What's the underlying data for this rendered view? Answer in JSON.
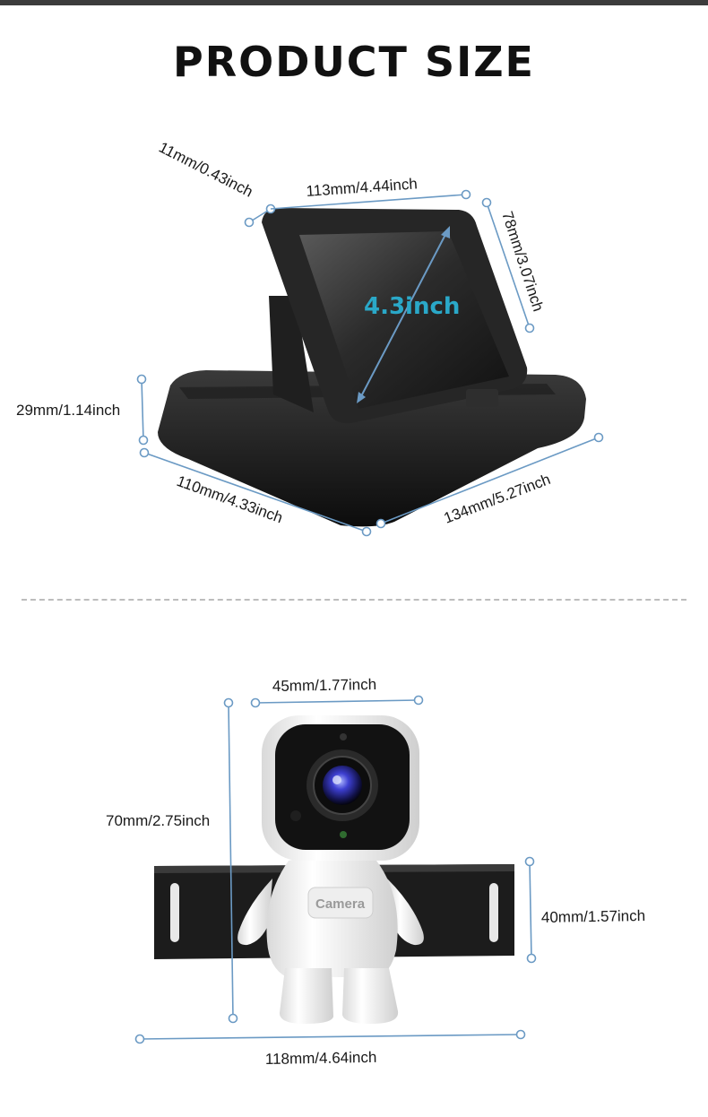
{
  "page": {
    "title": "PRODUCT SIZE"
  },
  "monitor": {
    "screen_size": "4.3inch",
    "dims": {
      "depth": "11mm/0.43inch",
      "screen_width": "113mm/4.44inch",
      "screen_height": "78mm/3.07inch",
      "base_height": "29mm/1.14inch",
      "base_depth": "110mm/4.33inch",
      "base_width": "134mm/5.27inch"
    }
  },
  "camera": {
    "label": "Camera",
    "dims": {
      "head_width": "45mm/1.77inch",
      "height": "70mm/2.75inch",
      "bracket_height": "40mm/1.57inch",
      "bracket_width": "118mm/4.64inch"
    }
  },
  "colors": {
    "dimension_line": "#6b9ac4",
    "screen_label": "#2aa8c8",
    "title": "#111111",
    "divider": "#bdbdbd"
  }
}
